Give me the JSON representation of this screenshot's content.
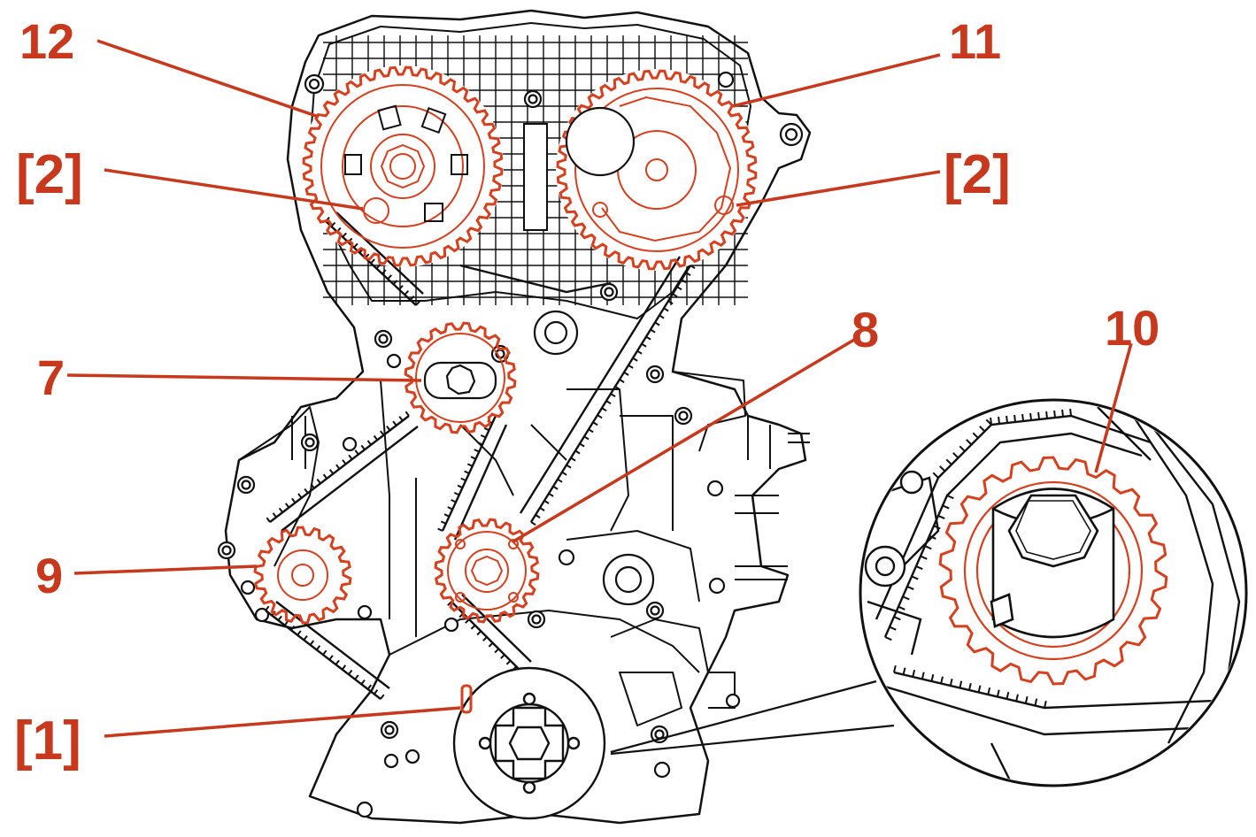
{
  "colors": {
    "line": "#111111",
    "highlight": "#d6401e",
    "callout": "#c8381c",
    "background": "#ffffff"
  },
  "callouts": {
    "label_12": "12",
    "label_11": "11",
    "label_2_left": "[2]",
    "label_2_right": "[2]",
    "label_7": "7",
    "label_8": "8",
    "label_9": "9",
    "label_10": "10",
    "label_1": "[1]"
  }
}
